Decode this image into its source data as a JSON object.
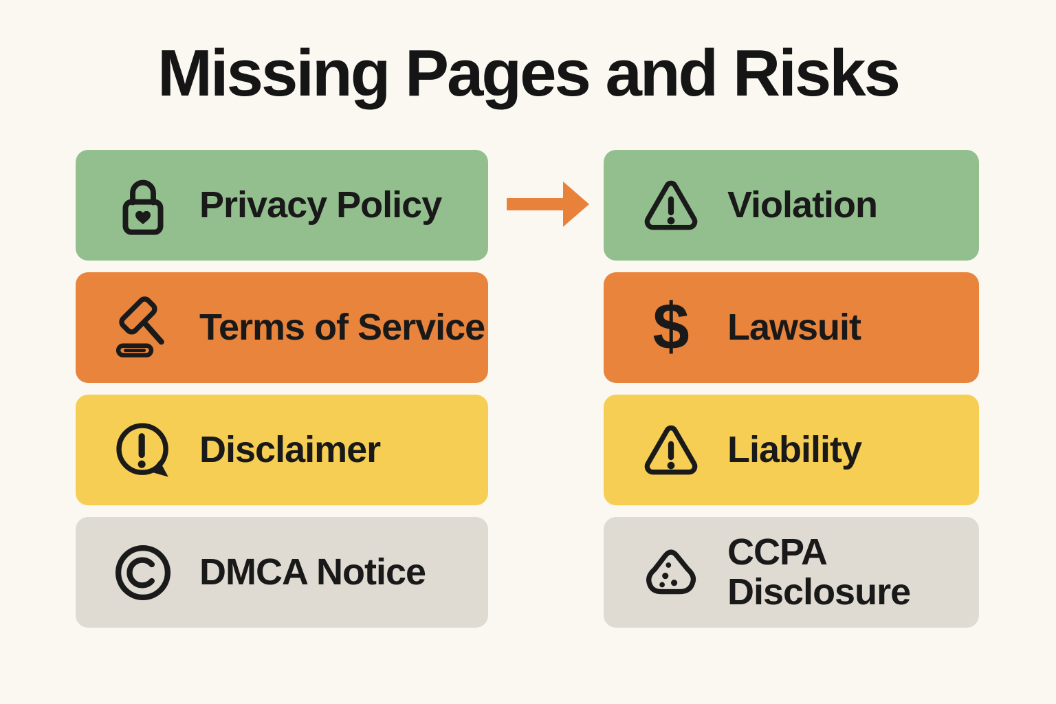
{
  "title": "Missing Pages and Risks",
  "colors": {
    "background": "#FBF8F1",
    "green": "#92BF8D",
    "orange": "#E8843C",
    "yellow": "#F6CE53",
    "gray": "#DFDBD2",
    "arrow": "#E8823B",
    "text": "#1A1A1A"
  },
  "left": {
    "items": [
      {
        "label": "Privacy Policy",
        "icon": "lock-heart-icon",
        "color": "green"
      },
      {
        "label": "Terms of Service",
        "icon": "gavel-icon",
        "color": "orange"
      },
      {
        "label": "Disclaimer",
        "icon": "speech-bubble-exclamation-icon",
        "color": "yellow"
      },
      {
        "label": "DMCA Notice",
        "icon": "copyright-icon",
        "color": "gray"
      }
    ]
  },
  "right": {
    "items": [
      {
        "label": "Violation",
        "icon": "warning-triangle-icon",
        "color": "green"
      },
      {
        "label": "Lawsuit",
        "icon": "dollar-sign-icon",
        "color": "orange"
      },
      {
        "label": "Liability",
        "icon": "warning-triangle-icon",
        "color": "yellow"
      },
      {
        "label": "CCPA Disclosure",
        "icon": "cookie-icon",
        "color": "gray"
      }
    ]
  },
  "arrow": {
    "direction": "right",
    "from": "Privacy Policy",
    "to": "Violation"
  }
}
